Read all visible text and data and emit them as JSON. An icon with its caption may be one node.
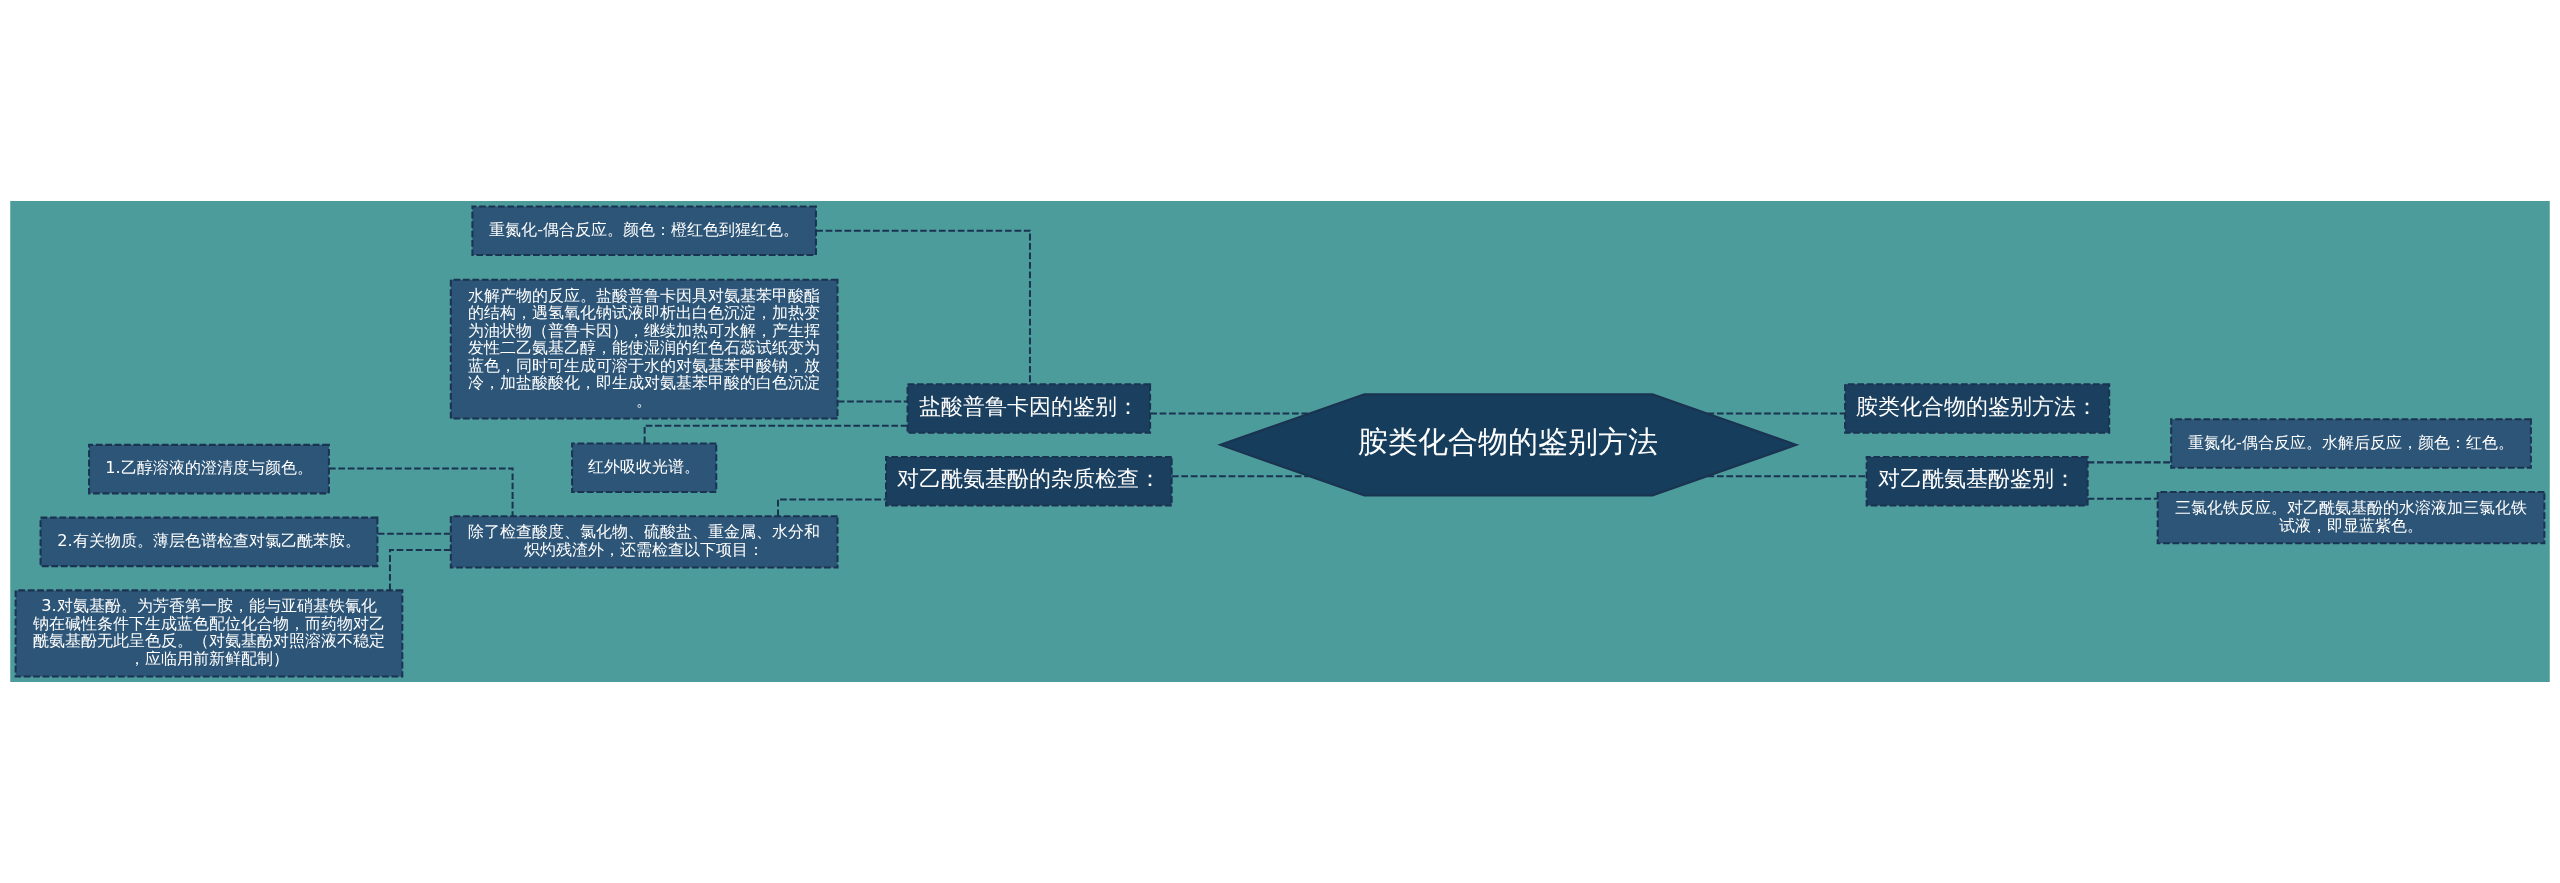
{
  "diagram": {
    "nodes": [
      {
        "text": [
          "胺类化合物的鉴别方法"
        ]
      },
      {
        "text": [
          "盐酸普鲁卡因的鉴别："
        ]
      },
      {
        "text": [
          "重氮化-偶合反应。颜色：橙红色到猩红色。"
        ]
      },
      {
        "text": [
          "水解产物的反应。盐酸普鲁卡因具对氨基苯甲酸酯的结构，遇氢氧化钠试液即析出白色沉淀，加热变为油状物（普鲁卡因），继续加热可水解，产生挥发性二乙氨基乙醇，能使湿润的红色石蕊试纸变为蓝色，同时可生成可溶于水的对氨基苯甲酸钠，放冷，加盐酸酸化，即生成对氨基苯甲酸的白色沉淀。"
        ]
      },
      {
        "text": [
          "红外吸收光谱。"
        ]
      },
      {
        "text": [
          "对乙酰氨基酚的杂质检查："
        ]
      },
      {
        "text": [
          "除了检查酸度、氯化物、硫酸盐、重金属、水分和炽灼残渣外，还需检查以下项目："
        ]
      },
      {
        "text": [
          "1.乙醇溶液的澄清度与颜色。"
        ]
      },
      {
        "text": [
          "2.有关物质。薄层色谱检查对氯乙酰苯胺。"
        ]
      },
      {
        "text": [
          "3.对氨基酚。为芳香第一胺，能与亚硝基铁氰化钠在碱性条件下生成蓝色配位化合物，而药物对乙酰氨基酚无此呈色反。（对氨基酚对照溶液不稳定，应临用前新鲜配制）"
        ]
      },
      {
        "text": [
          "胺类化合物的鉴别方法："
        ]
      },
      {
        "text": [
          "对乙酰氨基酚鉴别："
        ]
      },
      {
        "text": [
          "重氮化-偶合反应。水解后反应，颜色：红色。"
        ]
      },
      {
        "text": [
          "三氯化铁反应。对乙酰氨基酚的水溶液加三氯化铁试液，即显蓝紫色。"
        ]
      }
    ],
    "edges": [
      {
        "from": 0,
        "to": 1,
        "arrow": "none",
        "style": "dashed"
      },
      {
        "from": 1,
        "to": 2,
        "arrow": "none",
        "style": "dashed"
      },
      {
        "from": 1,
        "to": 3,
        "arrow": "none",
        "style": "dashed"
      },
      {
        "from": 1,
        "to": 4,
        "arrow": "none",
        "style": "dashed"
      },
      {
        "from": 0,
        "to": 5,
        "arrow": "none",
        "style": "dashed"
      },
      {
        "from": 5,
        "to": 6,
        "arrow": "none",
        "style": "dashed"
      },
      {
        "from": 6,
        "to": 7,
        "arrow": "none",
        "style": "dashed"
      },
      {
        "from": 6,
        "to": 8,
        "arrow": "none",
        "style": "dashed"
      },
      {
        "from": 6,
        "to": 9,
        "arrow": "none",
        "style": "dashed"
      },
      {
        "from": 0,
        "to": 10,
        "arrow": "none",
        "style": "dashed"
      },
      {
        "from": 0,
        "to": 11,
        "arrow": "none",
        "style": "dashed"
      },
      {
        "from": 11,
        "to": 12,
        "arrow": "none",
        "style": "dashed"
      },
      {
        "from": 11,
        "to": 13,
        "arrow": "none",
        "style": "dashed"
      }
    ]
  }
}
